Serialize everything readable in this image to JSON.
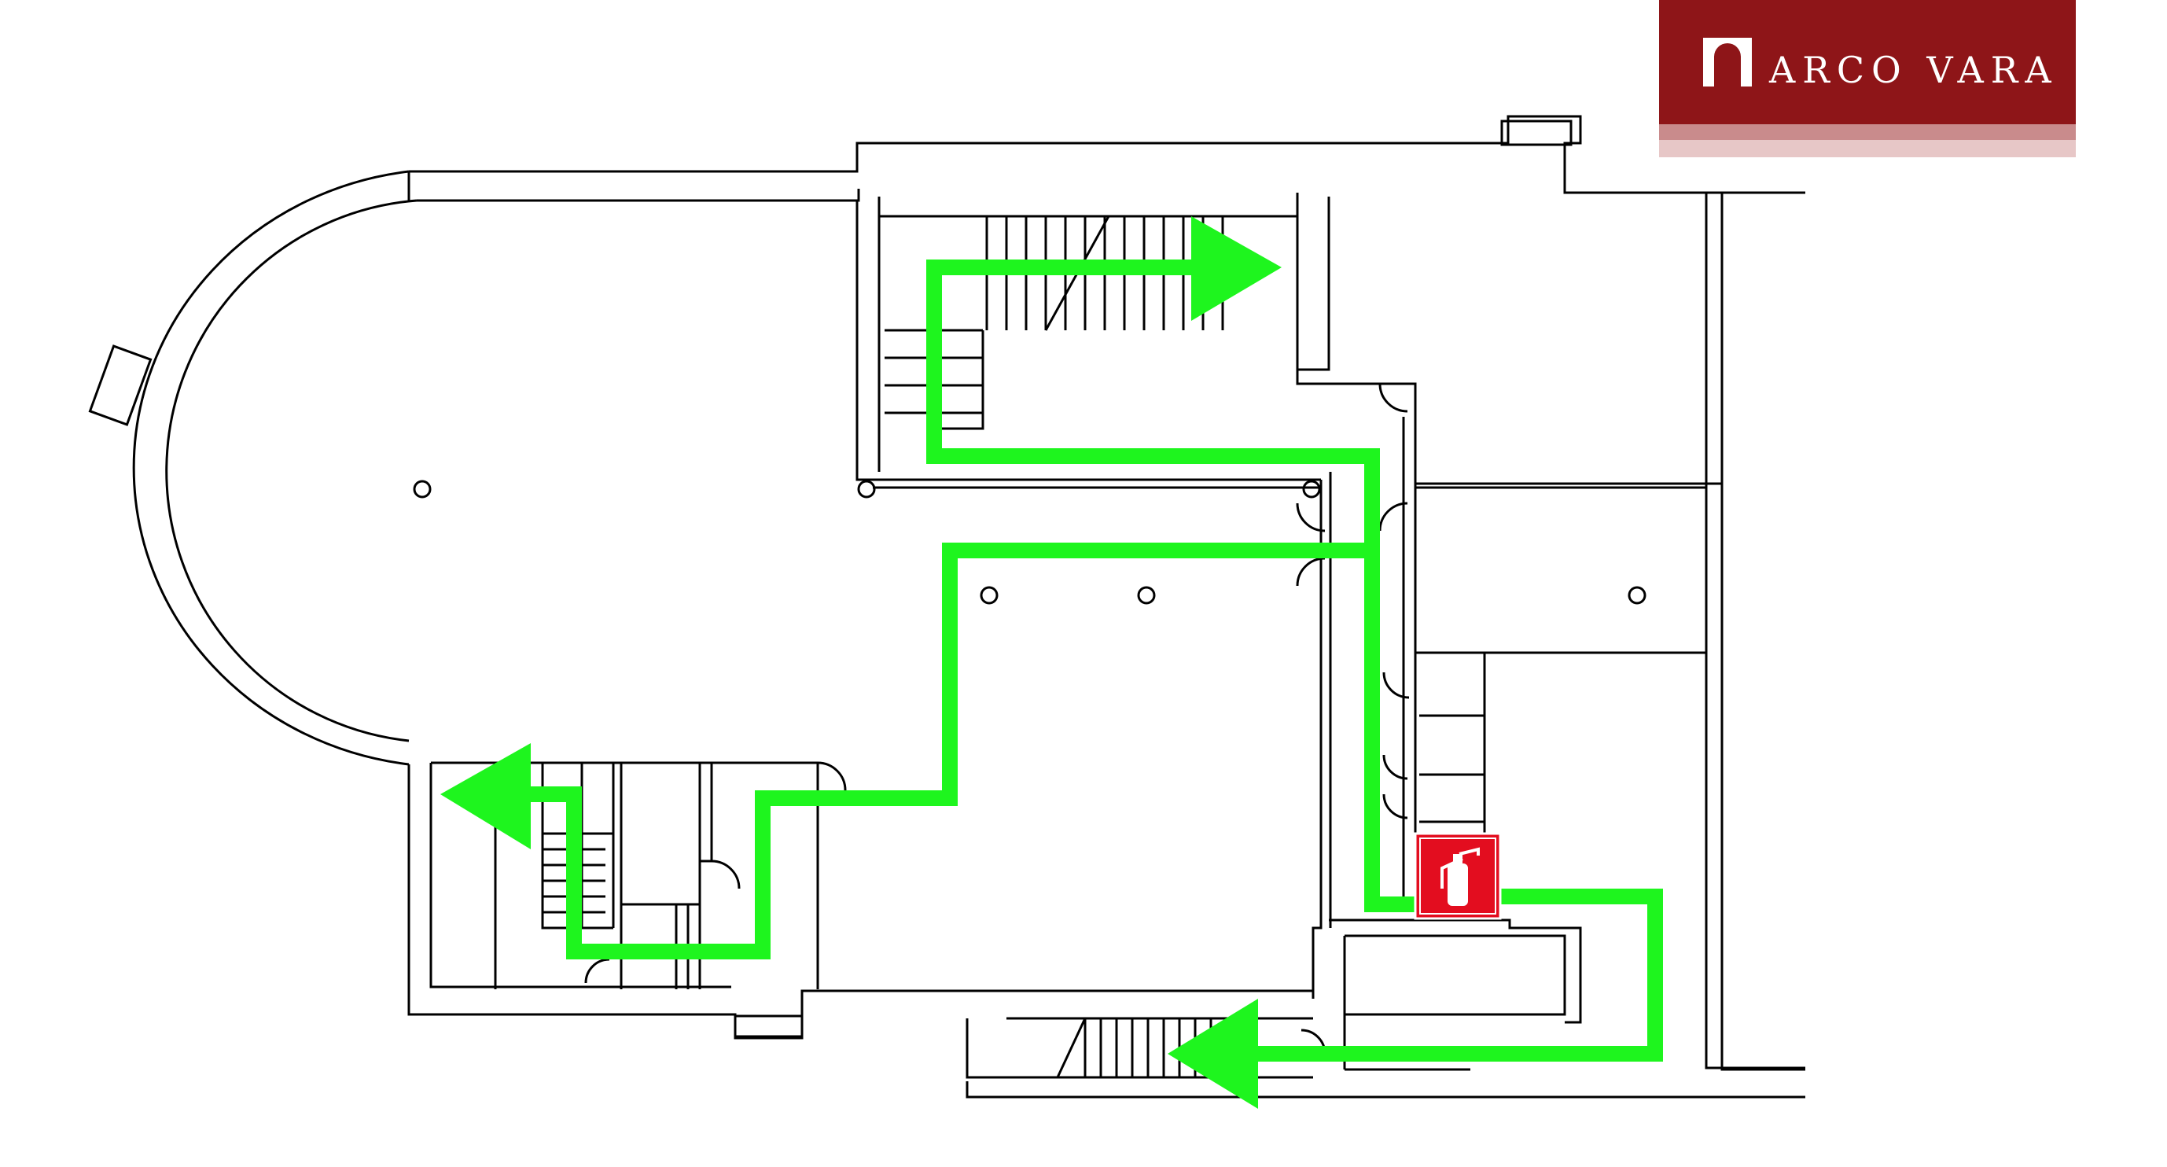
{
  "brand": {
    "name": "ARCO VARA",
    "band_color": "#8e1518",
    "stripe_colors": [
      "#c98b8c",
      "#e7c7c7"
    ]
  },
  "diagram": {
    "type": "evacuation floor plan",
    "route_color": "#1ef51e",
    "wall_color": "#000000",
    "extinguisher_color": "#e30d1f",
    "icons": [
      "fire-extinguisher-icon",
      "evacuation-arrow",
      "logo-arch-icon"
    ]
  }
}
